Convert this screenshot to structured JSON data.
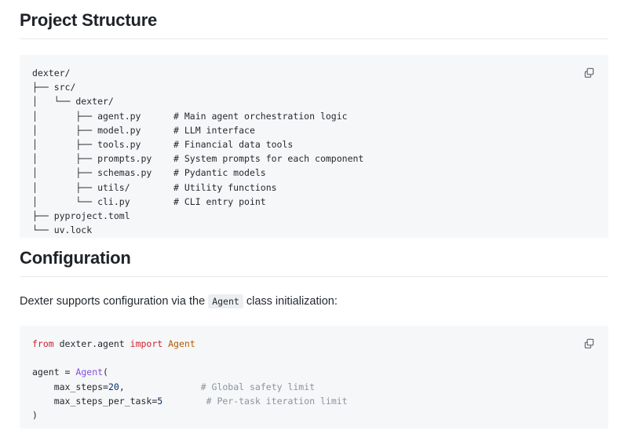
{
  "sections": [
    {
      "id": "project-structure",
      "heading": "Project Structure",
      "code": {
        "language": "text",
        "copy_icon": "copy-icon",
        "lines": [
          "dexter/",
          "├── src/",
          "│   └── dexter/",
          "│       ├── agent.py      # Main agent orchestration logic",
          "│       ├── model.py      # LLM interface",
          "│       ├── tools.py      # Financial data tools",
          "│       ├── prompts.py    # System prompts for each component",
          "│       ├── schemas.py    # Pydantic models",
          "│       ├── utils/        # Utility functions",
          "│       └── cli.py        # CLI entry point",
          "├── pyproject.toml",
          "└── uv.lock"
        ]
      }
    },
    {
      "id": "configuration",
      "heading": "Configuration",
      "paragraph": {
        "before": "Dexter supports configuration via the",
        "code": "Agent",
        "after": "class initialization:"
      },
      "code": {
        "language": "python",
        "copy_icon": "copy-icon",
        "tokens": [
          [
            {
              "t": "from",
              "c": "kw"
            },
            {
              "t": " dexter.agent ",
              "c": "op"
            },
            {
              "t": "import",
              "c": "kw"
            },
            {
              "t": " ",
              "c": "op"
            },
            {
              "t": "Agent",
              "c": "cls"
            }
          ],
          [],
          [
            {
              "t": "agent ",
              "c": "op"
            },
            {
              "t": "=",
              "c": "op"
            },
            {
              "t": " ",
              "c": "op"
            },
            {
              "t": "Agent",
              "c": "fn"
            },
            {
              "t": "(",
              "c": "op"
            }
          ],
          [
            {
              "t": "    max_steps",
              "c": "op"
            },
            {
              "t": "=",
              "c": "op"
            },
            {
              "t": "20",
              "c": "num"
            },
            {
              "t": ",",
              "c": "op"
            },
            {
              "t": "              ",
              "c": "op"
            },
            {
              "t": "# Global safety limit",
              "c": "cmt"
            }
          ],
          [
            {
              "t": "    max_steps_per_task",
              "c": "op"
            },
            {
              "t": "=",
              "c": "op"
            },
            {
              "t": "5",
              "c": "num"
            },
            {
              "t": "        ",
              "c": "op"
            },
            {
              "t": "# Per-task iteration limit",
              "c": "cmt"
            }
          ],
          [
            {
              "t": ")",
              "c": "op"
            }
          ]
        ]
      }
    }
  ],
  "colors": {
    "code_background": "#f6f7f9",
    "heading_text": "#1f2328",
    "body_text": "#24292f",
    "rule": "#e7e9ec",
    "keyword": "#cf222e",
    "class_name": "#b35900",
    "function": "#8250df",
    "number": "#0a3069",
    "comment": "#8b949e",
    "inline_code_background": "#eceef1",
    "icon": "#5a6169"
  }
}
